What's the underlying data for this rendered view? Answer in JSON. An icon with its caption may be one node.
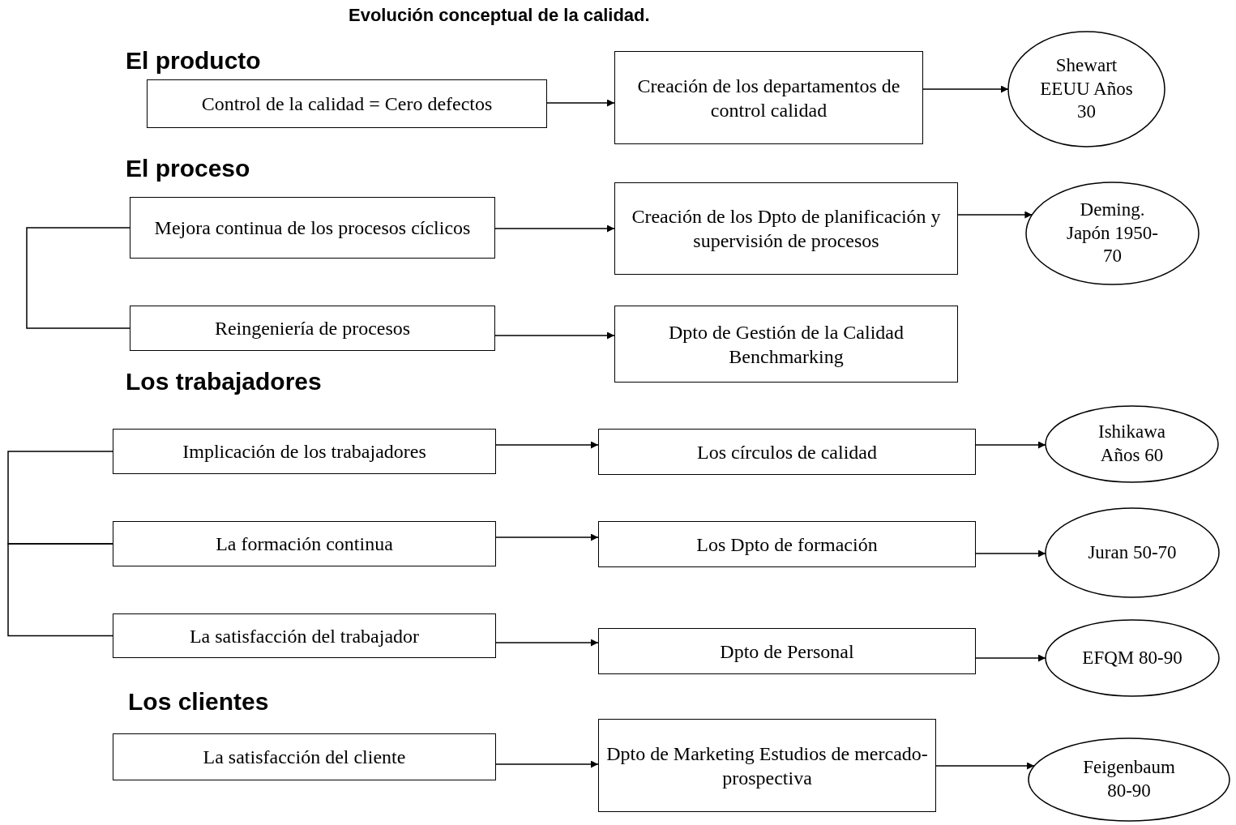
{
  "diagram": {
    "title": "Evolución conceptual de la calidad.",
    "nodes": [
      {
        "text": [
          "Control de la calidad = Cero defectos"
        ]
      },
      {
        "text": [
          "Creación de los departamentos de control calidad"
        ]
      },
      {
        "text": [
          "Shewart EEUU Años 30"
        ]
      },
      {
        "text": [
          "Mejora continua de los procesos cíclicos"
        ]
      },
      {
        "text": [
          "Creación de los Dpto de planificación y supervisión de procesos"
        ]
      },
      {
        "text": [
          "Deming. Japón 1950-70"
        ]
      },
      {
        "text": [
          "Reingeniería de procesos"
        ]
      },
      {
        "text": [
          "Dpto de Gestión de la Calidad Benchmarking"
        ]
      },
      {
        "text": [
          "Implicación de los trabajadores"
        ]
      },
      {
        "text": [
          "Los círculos de calidad"
        ]
      },
      {
        "text": [
          "Ishikawa Años 60"
        ]
      },
      {
        "text": [
          "La formación continua"
        ]
      },
      {
        "text": [
          "Los Dpto de formación"
        ]
      },
      {
        "text": [
          "Juran 50-70"
        ]
      },
      {
        "text": [
          "La satisfacción del trabajador"
        ]
      },
      {
        "text": [
          "Dpto de Personal"
        ]
      },
      {
        "text": [
          "EFQM 80-90"
        ]
      },
      {
        "text": [
          "La satisfacción del cliente"
        ]
      },
      {
        "text": [
          "Dpto de Marketing Estudios de mercado-prospectiva"
        ]
      },
      {
        "text": [
          "Feigenbaum 80-90"
        ]
      }
    ],
    "edges": [
      {
        "from": 0,
        "to": 1,
        "arrow": "to"
      },
      {
        "from": 1,
        "to": 2,
        "arrow": "to"
      },
      {
        "from": 3,
        "to": 4,
        "arrow": "to"
      },
      {
        "from": 3,
        "to": 6,
        "arrow": "none"
      },
      {
        "from": 4,
        "to": 5,
        "arrow": "to"
      },
      {
        "from": 6,
        "to": 7,
        "arrow": "to"
      },
      {
        "from": 8,
        "to": 9,
        "arrow": "to"
      },
      {
        "from": 9,
        "to": 10,
        "arrow": "to"
      },
      {
        "from": 8,
        "to": 11,
        "arrow": "none"
      },
      {
        "from": 11,
        "to": 12,
        "arrow": "to"
      },
      {
        "from": 11,
        "to": 14,
        "arrow": "none"
      },
      {
        "from": 12,
        "to": 13,
        "arrow": "to"
      },
      {
        "from": 14,
        "to": 15,
        "arrow": "to"
      },
      {
        "from": 15,
        "to": 16,
        "arrow": "to"
      },
      {
        "from": 17,
        "to": 18,
        "arrow": "to"
      },
      {
        "from": 18,
        "to": 19,
        "arrow": "to"
      }
    ],
    "labels": [
      "El producto",
      "El proceso",
      "Los trabajadores",
      "Los clientes"
    ]
  }
}
